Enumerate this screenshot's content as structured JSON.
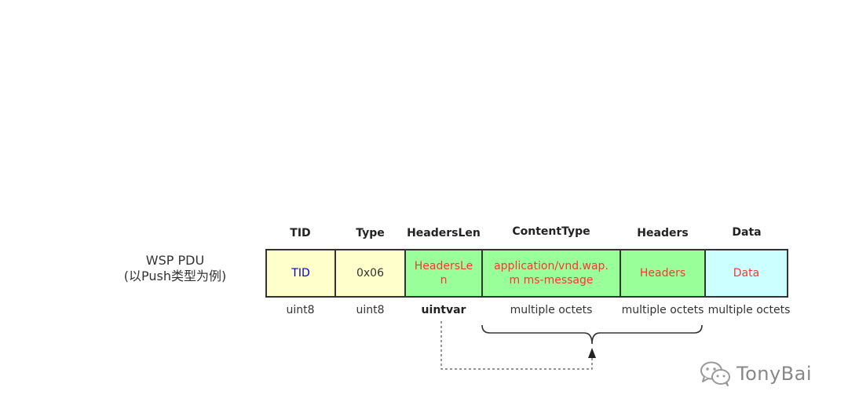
{
  "pdu_label": {
    "line1": "WSP PDU",
    "line2": "(以Push类型为例)"
  },
  "fields": [
    {
      "header": "TID",
      "value": "TID",
      "type": "uint8",
      "color": "#ffffcc",
      "text_color": "#0000cc"
    },
    {
      "header": "Type",
      "value": "0x06",
      "type": "uint8",
      "color": "#ffffcc",
      "text_color": "#333333"
    },
    {
      "header": "HeadersLen",
      "value": "HeadersLe n",
      "type": "uintvar",
      "color": "#99ff99",
      "text_color": "#ff3333"
    },
    {
      "header": "ContentType",
      "value": "application/vnd.wap.m ms-message",
      "type": "multiple octets",
      "color": "#99ff99",
      "text_color": "#ff3333"
    },
    {
      "header": "Headers",
      "value": "Headers",
      "type": "multiple octets",
      "color": "#99ff99",
      "text_color": "#ff3333"
    },
    {
      "header": "Data",
      "value": "Data",
      "type": "multiple octets",
      "color": "#ccffff",
      "text_color": "#ff3333"
    }
  ],
  "watermark": {
    "text": "TonyBai",
    "icon": "wechat-icon"
  }
}
